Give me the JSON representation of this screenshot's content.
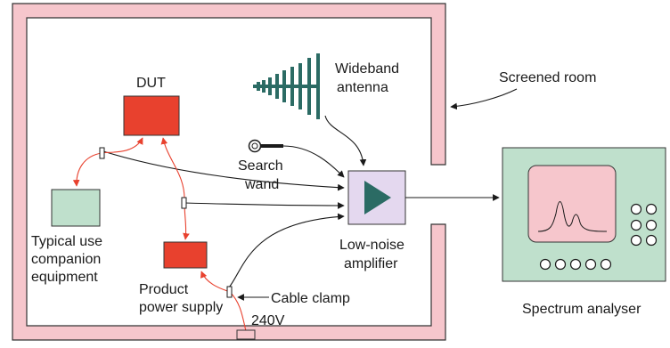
{
  "labels": {
    "dut": "DUT",
    "antenna_line1": "Wideband",
    "antenna_line2": "antenna",
    "screened_room": "Screened room",
    "search_line1": "Search",
    "search_line2": "wand",
    "equipment_line1": "Typical use",
    "equipment_line2": "companion",
    "equipment_line3": "equipment",
    "lna_line1": "Low-noise",
    "lna_line2": "amplifier",
    "psu_line1": "Product",
    "psu_line2": "power supply",
    "cable_clamp": "Cable clamp",
    "mains": "240V",
    "spectrum_analyser": "Spectrum analyser"
  },
  "colors": {
    "room_wall": "#f6c6cc",
    "dut_fill": "#e8412e",
    "psu_fill": "#e8412e",
    "companion_fill": "#bfe0cc",
    "lna_fill": "#e4d8ef",
    "lna_triangle": "#2b6b64",
    "antenna": "#2b6b64",
    "analyser_body": "#bfe0cc",
    "analyser_screen": "#f6c6cc",
    "red_cable": "#e8412e",
    "black_cable": "#1a1a1a"
  },
  "icons": {
    "antenna": "log-periodic-antenna-icon",
    "search_wand": "probe-icon",
    "amplifier": "amplifier-triangle-icon",
    "spectrum": "spectrum-trace-icon"
  }
}
